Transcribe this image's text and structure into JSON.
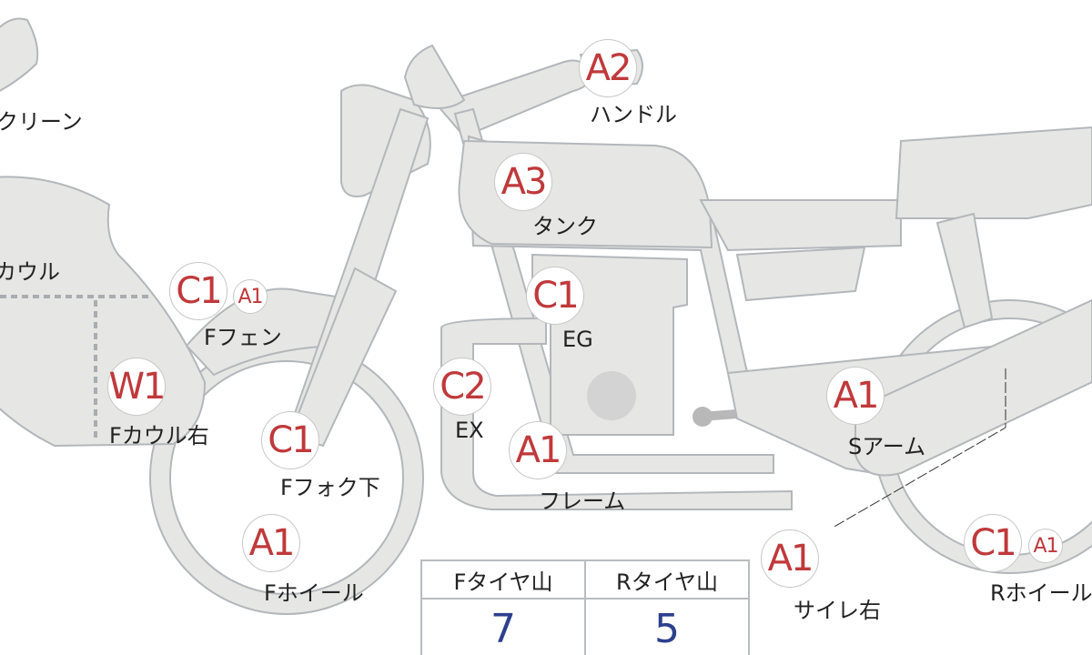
{
  "parts": [
    {
      "id": "screen",
      "label": "クリーン",
      "grades": []
    },
    {
      "id": "cowl",
      "label": "カウル",
      "grades": []
    },
    {
      "id": "handle",
      "label": "ハンドル",
      "grades": [
        "A2"
      ]
    },
    {
      "id": "tank",
      "label": "タンク",
      "grades": [
        "A3"
      ]
    },
    {
      "id": "f-fender",
      "label": "Fフェン",
      "grades": [
        "C1",
        "A1"
      ]
    },
    {
      "id": "engine",
      "label": "EG",
      "grades": [
        "C1"
      ]
    },
    {
      "id": "exhaust",
      "label": "EX",
      "grades": [
        "C2"
      ]
    },
    {
      "id": "f-cowl-right",
      "label": "Fカウル右",
      "grades": [
        "W1"
      ]
    },
    {
      "id": "f-fork-lower",
      "label": "Fフォク下",
      "grades": [
        "C1"
      ]
    },
    {
      "id": "frame",
      "label": "フレーム",
      "grades": [
        "A1"
      ]
    },
    {
      "id": "f-wheel",
      "label": "Fホイール",
      "grades": [
        "A1"
      ]
    },
    {
      "id": "swing-arm",
      "label": "Sアーム",
      "grades": [
        "A1"
      ]
    },
    {
      "id": "silencer-right",
      "label": "サイレ右",
      "grades": [
        "A1"
      ]
    },
    {
      "id": "r-wheel",
      "label": "Rホイール",
      "grades": [
        "C1",
        "A1"
      ]
    }
  ],
  "tire_table": {
    "headers": [
      "Fタイヤ山",
      "Rタイヤ山"
    ],
    "values": [
      "7",
      "5"
    ]
  },
  "colors": {
    "grade": "#c0393b",
    "tire_value": "#2d3f8f",
    "part_fill": "#e6e6e4",
    "part_stroke": "#b3b7bb"
  }
}
